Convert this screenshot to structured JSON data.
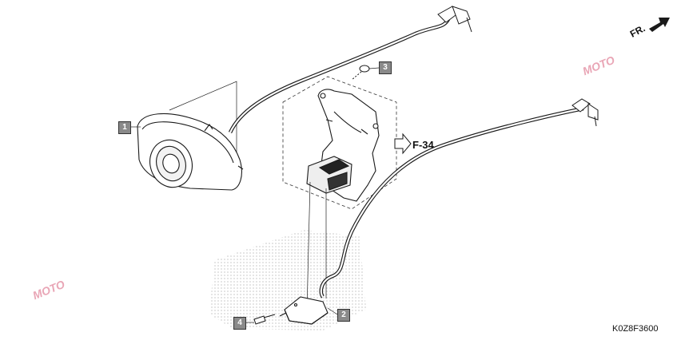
{
  "diagram": {
    "callouts": [
      {
        "id": "1",
        "label": "1"
      },
      {
        "id": "2",
        "label": "2"
      },
      {
        "id": "3",
        "label": "3"
      },
      {
        "id": "4",
        "label": "4"
      }
    ],
    "reference_label": "F-34",
    "direction_label": "FR.",
    "part_code": "K0Z8F3600",
    "watermark_text": "MOTO"
  },
  "colors": {
    "line": "#1a1a1a",
    "callout_fill": "#8a8a8a",
    "watermark": "#e9a6b6"
  },
  "icons": [
    "front-arrow-icon",
    "hollow-arrow-icon"
  ]
}
